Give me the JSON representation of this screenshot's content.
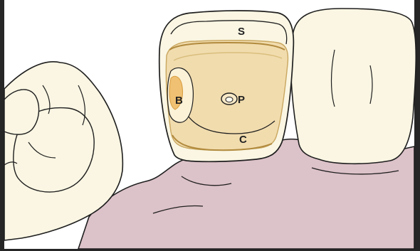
{
  "labels": {
    "s": "S",
    "b": "B",
    "p": "P",
    "c": "C"
  },
  "colors": {
    "background": "#262626",
    "panel": "#ffffff",
    "gum": "#dcc2c9",
    "tooth": "#faf6e3",
    "cavity": "#f1dcae",
    "cavity_edge": "#e9cf8c",
    "buccal_spot": "#f0c172",
    "outline": "#1f1f1f"
  },
  "icons": {
    "scene": "tooth-cavity-illustration"
  }
}
